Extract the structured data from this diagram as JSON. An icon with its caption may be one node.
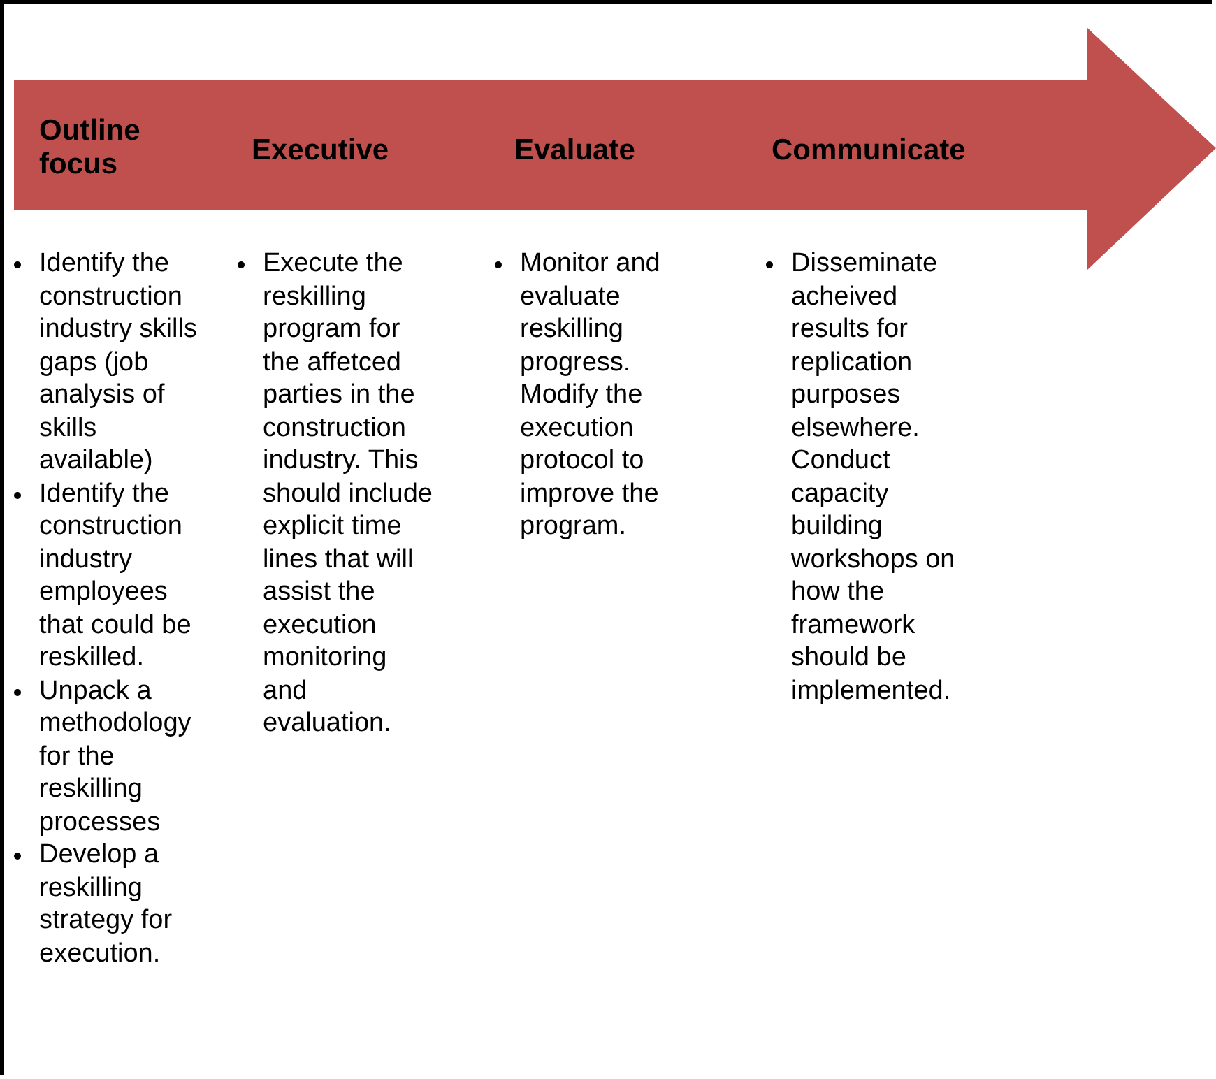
{
  "diagram": {
    "nodes": [
      {
        "text": [
          "Outline focus",
          "Executive",
          "Evaluate",
          "Communicate"
        ]
      }
    ],
    "labels": [
      "Identify the construction industry skills gaps (job analysis of skills available)",
      "Identify the construction industry employees that could be reskilled.",
      "Unpack a methodology for the reskilling processes",
      "Develop a reskilling strategy for execution.",
      "Execute the reskilling program for the affetced parties in the construction industry. This should include explicit time lines that will assist the execution monitoring and evaluation.",
      "Monitor and evaluate reskilling progress. Modify the execution protocol to improve the program.",
      "Disseminate acheived results for replication purposes elsewhere. Conduct capacity building workshops on how the framework should be implemented."
    ]
  }
}
